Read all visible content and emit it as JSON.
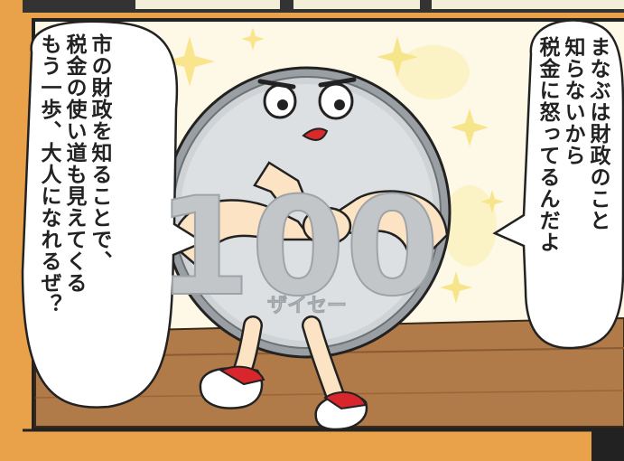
{
  "left_bubble": {
    "lines": [
      "市の財政を知ることで、",
      "税金の使い道も見えてくる",
      "もう一歩、大人になれるぜ？"
    ]
  },
  "right_bubble": {
    "lines": [
      "まなぶは財政のこと",
      "知らないから",
      "税金に怒ってるんだよ"
    ]
  },
  "coin": {
    "denomination": "100",
    "name": "ザイセー"
  },
  "colors": {
    "border": "#e9a24a",
    "panel_bg": "#fbf6dc",
    "sparkle": "#f5e07a",
    "wall": "#f3eed7",
    "table": "#b07a49",
    "coin_face": "#cfd3d6",
    "shoe": "#d8262c"
  }
}
